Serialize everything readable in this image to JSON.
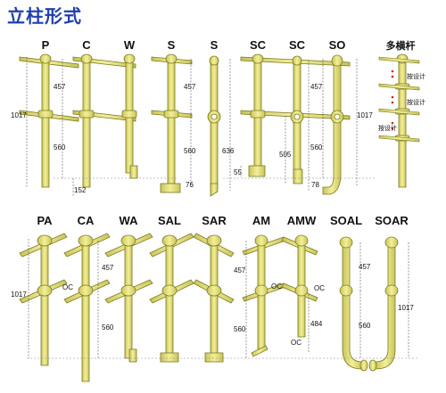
{
  "title": "立柱形式",
  "top_labels": [
    "P",
    "C",
    "W",
    "S",
    "S",
    "SC",
    "SC",
    "SO",
    "多横杆"
  ],
  "bottom_labels": [
    "PA",
    "CA",
    "WA",
    "SAL",
    "SAR",
    "AM",
    "AMW",
    "SOAL",
    "SOAR"
  ],
  "dims": {
    "total": "1017",
    "upper": "457",
    "lower": "560",
    "d152": "152",
    "d636": "636",
    "d76": "76",
    "d55": "55",
    "d505": "505",
    "d78": "78",
    "d484": "484",
    "oc": "OC"
  },
  "multi_rail_note": "按设计",
  "colors": {
    "post": "#e8e37a",
    "outline": "#7a7a22",
    "title": "#1f3fae"
  }
}
